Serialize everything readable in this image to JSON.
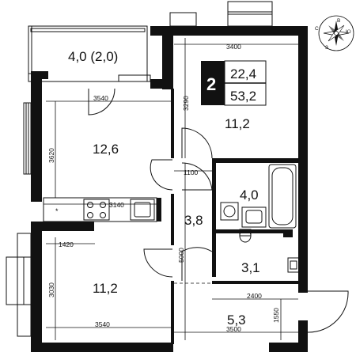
{
  "summary": {
    "rooms_count": "2",
    "living_area": "22,4",
    "total_area": "53,2"
  },
  "rooms": {
    "loggia": "4,0 (2,0)",
    "bedroom": "11,2",
    "living_room": "12,6",
    "kitchen": "11,2",
    "hall": "3,8",
    "bathroom": "4,0",
    "wc": "3,1",
    "corridor": "5,3"
  },
  "dimensions": {
    "bedroom_width": "3400",
    "bedroom_depth": "3290",
    "living_width": "3540",
    "living_depth": "3620",
    "hall_width": "1100",
    "kitchen_counter": "3140",
    "kitchen_niche": "1420",
    "kitchen_depth": "3030",
    "kitchen_width": "3540",
    "hall_length": "5000",
    "corridor_inner": "2400",
    "corridor_depth": "1550",
    "corridor_width": "3500"
  },
  "compass": {
    "north": "С",
    "east": "В",
    "south": "Ю",
    "west": "З"
  },
  "colors": {
    "walls": "#111111",
    "background": "#ffffff",
    "badge": "#111111"
  },
  "icons": [
    "compass-rose-icon",
    "door-swing-icon",
    "bathtub-icon",
    "toilet-icon",
    "sink-icon",
    "stove-icon",
    "washing-machine-icon"
  ]
}
